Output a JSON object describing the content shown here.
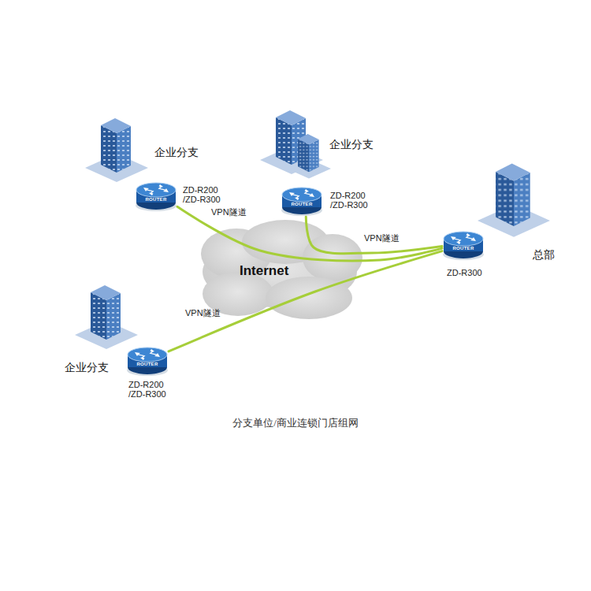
{
  "diagram": {
    "caption": "分支单位/商业连锁门店组网",
    "nodes": [
      {
        "text": [
          "ROUTER",
          "ZD-R200 /ZD-R300"
        ]
      },
      {
        "text": [
          "ROUTER",
          "ZD-R200 /ZD-R300"
        ]
      },
      {
        "text": [
          "Internet"
        ]
      },
      {
        "text": [
          "ROUTER",
          "ZD-R200 /ZD-R300"
        ]
      },
      {
        "text": [
          "ROUTER",
          "ZD-R300"
        ]
      }
    ],
    "edges": [
      {
        "from": 0,
        "to": 4,
        "arrow": "none",
        "label": "VPN隧道"
      },
      {
        "from": 1,
        "to": 4,
        "arrow": "none",
        "label": "VPN隧道"
      },
      {
        "from": 3,
        "to": 4,
        "arrow": "none",
        "label": "VPN隧道"
      }
    ],
    "labels": [
      "企业分支",
      "企业分支",
      "企业分支",
      "总部"
    ]
  }
}
